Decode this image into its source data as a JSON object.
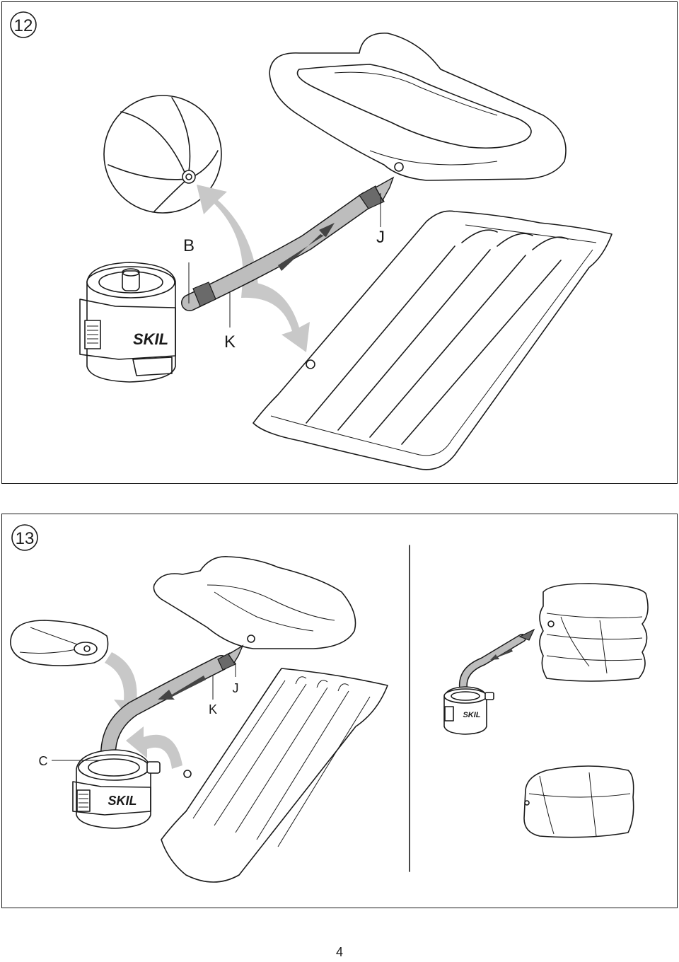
{
  "figure12": {
    "number": "12",
    "labels": {
      "B": "B",
      "J": "J",
      "K": "K"
    },
    "brand": "SKIL"
  },
  "figure13": {
    "number": "13",
    "labels": {
      "C": "C",
      "J": "J",
      "K": "K"
    },
    "brand": "SKIL"
  },
  "page_number": "4",
  "colors": {
    "line": "#1a1a1a",
    "hose": "#bdbdbd",
    "arrow": "#c8c8c8",
    "background": "#ffffff"
  }
}
